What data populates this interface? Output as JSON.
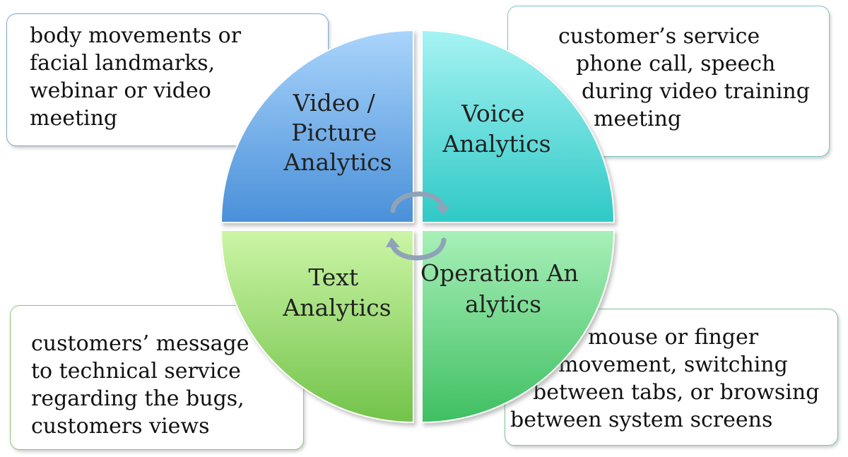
{
  "quadrants": {
    "video": {
      "line1": "Video /",
      "line2": "Picture",
      "line3": "Analytics",
      "color_light": "#a9d4fb",
      "color_dark": "#4a90d9"
    },
    "voice": {
      "line1": "Voice",
      "line2": "Analytics",
      "color_light": "#a6f3f3",
      "color_dark": "#2fc9c6"
    },
    "text": {
      "line1": "Text",
      "line2": "Analytics",
      "color_light": "#ccf5a6",
      "color_dark": "#72c34a"
    },
    "operation": {
      "line1": "Operation An",
      "line2": "alytics",
      "color_light": "#a8f0b8",
      "color_dark": "#3fbf62"
    }
  },
  "callouts": {
    "top_left": {
      "lines": [
        "body movements or",
        "facial landmarks,",
        "webinar or video",
        "meeting"
      ]
    },
    "top_right": {
      "lines": [
        "customer’s service",
        "phone call, speech",
        "during video training",
        "meeting"
      ]
    },
    "bottom_left": {
      "lines": [
        "customers’ message",
        "to technical service",
        "regarding the bugs,",
        "customers views"
      ]
    },
    "bottom_right": {
      "lines": [
        "mouse or finger",
        "movement, switching",
        "between tabs, or browsing",
        "between system screens"
      ]
    }
  },
  "arrows": {
    "color": "#8fa3b8",
    "icon": "circular-arrows-icon"
  }
}
